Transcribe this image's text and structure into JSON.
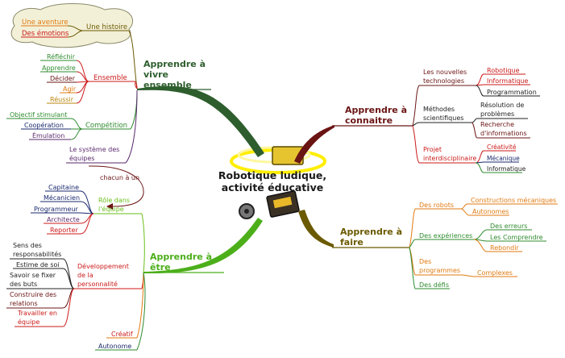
{
  "center": {
    "title_line1": "Robotique ludique,",
    "title_line2": "activité éducative"
  },
  "branches": {
    "vivre": {
      "title_lines": [
        "Apprendre à",
        "vivre",
        "ensemble"
      ],
      "histoire": {
        "label": "Une histoire",
        "items": [
          "Une aventure",
          "Des émotions"
        ]
      },
      "ensemble": {
        "label": "Ensemble",
        "items": [
          "Réfléchir",
          "Apprendre",
          "Décider",
          "Agir",
          "Réussir"
        ]
      },
      "competition": {
        "label": "Compétition",
        "items": [
          "Objectif stimulant",
          "Coopération",
          "Émulation"
        ]
      },
      "systeme": {
        "label_lines": [
          "Le système des",
          "équipes"
        ]
      },
      "link_label": "chacun à un"
    },
    "connaitre": {
      "title_lines": [
        "Apprendre à",
        "connaitre"
      ],
      "technologies": {
        "label_lines": [
          "Les nouvelles",
          "technologies"
        ],
        "items": [
          "Robotique",
          "Informatique",
          "Programmation"
        ]
      },
      "methodes": {
        "label_lines": [
          "Méthodes",
          "scientifiques"
        ],
        "items": [
          [
            "Résolution de",
            "problèmes"
          ],
          [
            "Recherche",
            "d'informations"
          ]
        ]
      },
      "projet": {
        "label_lines": [
          "Projet",
          "interdisciplinaire"
        ],
        "items": [
          "Créativité",
          "Mécanique",
          "Informatique"
        ]
      }
    },
    "faire": {
      "title_lines": [
        "Apprendre à",
        "faire"
      ],
      "robots": {
        "label": "Des robots",
        "items": [
          "Constructions mécaniques",
          "Autonomes"
        ]
      },
      "experiences": {
        "label": "Des expériences",
        "items": [
          "Des erreurs",
          "Les Comprendre",
          "Rebondir"
        ]
      },
      "programmes": {
        "label_lines": [
          "Des",
          "programmes"
        ],
        "items": [
          "Complexes"
        ]
      },
      "defis": {
        "label": "Des défis"
      }
    },
    "etre": {
      "title_lines": [
        "Apprendre à",
        "être"
      ],
      "role": {
        "label_lines": [
          "Rôle dans",
          "l'équipe"
        ],
        "items": [
          "Capitaine",
          "Mécanicien",
          "Programmeur",
          "Architecte",
          "Reporter"
        ]
      },
      "developpement": {
        "label_lines": [
          "Développement",
          "de la",
          "personnalité"
        ],
        "items": [
          [
            "Sens des",
            "responsabilités"
          ],
          [
            "Estime de soi"
          ],
          [
            "Savoir se fixer",
            "des buts"
          ],
          [
            "Construire des",
            "relations"
          ],
          [
            "Travailler en",
            "équipe"
          ]
        ]
      },
      "creatif": {
        "label": "Créatif"
      },
      "autonome": {
        "label": "Autonome"
      }
    }
  },
  "colors": {
    "vivre": "#2e5e2e",
    "connaitre": "#6b1414",
    "faire": "#6b5a00",
    "etre": "#4caf1a",
    "orange": "#e07a10",
    "red": "#cc1a1a",
    "navy": "#1a2a6e",
    "green": "#2e8b2e",
    "gold": "#b8860b",
    "lime": "#6abf1a",
    "purple": "#5a2a6e",
    "dark": "#222222",
    "cloud": "#f3f0d8"
  }
}
